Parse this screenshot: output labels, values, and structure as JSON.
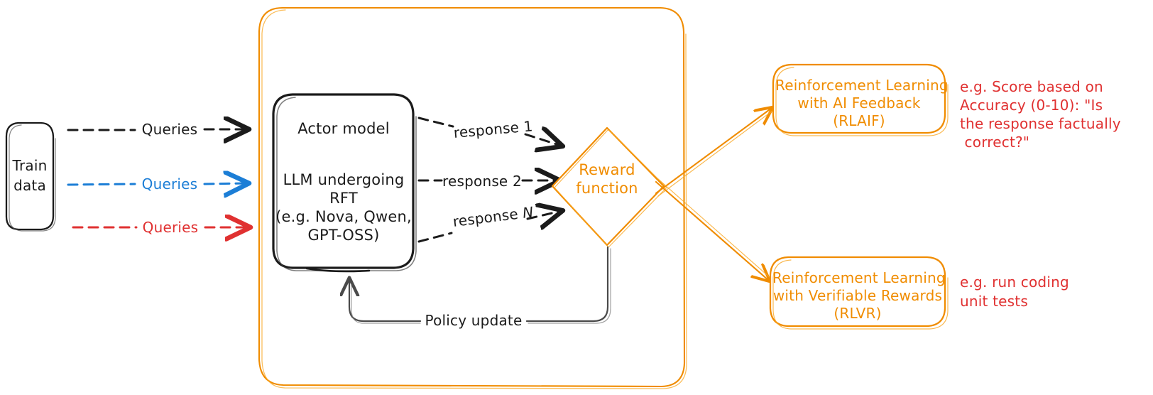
{
  "diagram": {
    "title": "Reinforcement Fine-Tuning (RFT) loop",
    "colors": {
      "ink": "#1b1b1b",
      "blue": "#1c7ed6",
      "red": "#e03131",
      "orange": "#f08c00"
    },
    "nodes": {
      "train_data": {
        "line1": "Train",
        "line2": "data"
      },
      "actor": {
        "title": "Actor model",
        "body_line1": "LLM undergoing",
        "body_line2": "RFT",
        "body_line3": "(e.g. Nova, Qwen,",
        "body_line4": "GPT-OSS)"
      },
      "reward": {
        "line1": "Reward",
        "line2": "function"
      },
      "rlaif": {
        "line1": "Reinforcement Learning",
        "line2": "with AI Feedback",
        "line3": "(RLAIF)"
      },
      "rlvr": {
        "line1": "Reinforcement Learning",
        "line2": "with Verifiable Rewards",
        "line3": "(RLVR)"
      }
    },
    "edges": {
      "queries_black": "Queries",
      "queries_blue": "Queries",
      "queries_red": "Queries",
      "response_1": "response 1",
      "response_2": "response 2",
      "response_n_prefix": "response ",
      "response_n_symbol": "N",
      "policy_update": "Policy update"
    },
    "annotations": {
      "rlaif_example_line1": "e.g. Score based on",
      "rlaif_example_line2": "Accuracy (0-10): \"Is",
      "rlaif_example_line3": "the response factually",
      "rlaif_example_line4": " correct?\"",
      "rlvr_example_line1": "e.g. run coding",
      "rlvr_example_line2": "unit tests"
    }
  }
}
